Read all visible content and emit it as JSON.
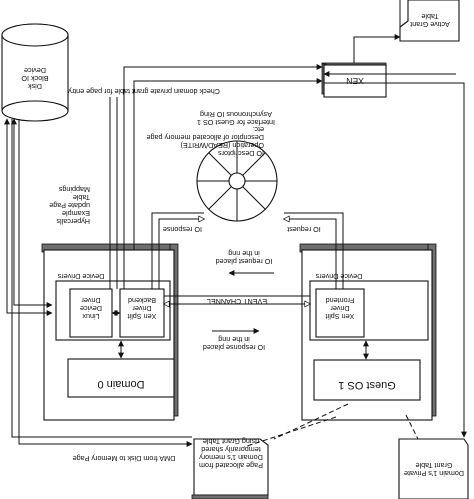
{
  "diagram": {
    "xen_label": "XEN",
    "active_grant_table": "Active Grant\nTable",
    "disk_label": "Disk\nBlock IO\nDevice",
    "check_grant_label": "Check domain private grant table for page entry",
    "ring_title": "Interface for Guest OS 1\nAsynchronous IO Ring",
    "ring_desc": "IO Descriptors\nOperation (READ/WRITE)\nDescriptor of allocated memory page\netc.",
    "hypercalls": "Hypercalls\nExample\nupdate Page\nTable\nMappings",
    "io_response": "IO response",
    "io_request": "IO request",
    "placed_request": "IO request placed\nin the ring",
    "event_channel": "EVENT CHANNEL",
    "placed_response": "IO response placed\nin the ring",
    "dom0": {
      "title": "Domain 0",
      "device_drivers": "Device Drivers",
      "linux_driver": "Linux\nDevice\nDriver",
      "backend_driver": "Xen Split\nDriver\nBackend"
    },
    "guest": {
      "title": "Guest OS 1",
      "device_drivers": "Device Drivers",
      "frontend_driver": "Xen Split\nDriver\nFrontend"
    },
    "dma_label": "DMA from Disk to Memory Page",
    "page_allocated": "Page allocated from\nDomain 1's memory\ntemporarily shared\nusing Grant Table",
    "private_grant_table": "Domain 1's Private\nGrant Table"
  }
}
